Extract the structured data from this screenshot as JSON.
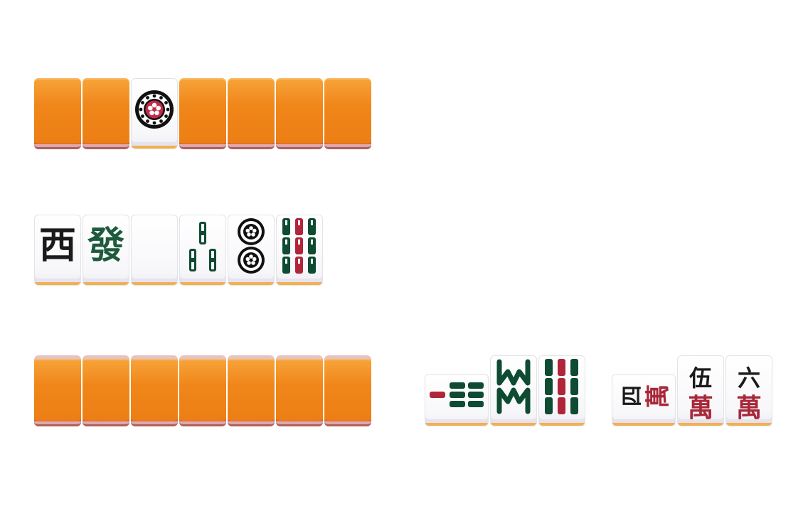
{
  "table": {
    "opponent_hand": {
      "count": 7,
      "revealed_tile": {
        "index": 2,
        "suit": "pin",
        "rank": 1,
        "icon": "one-circle-icon"
      }
    },
    "discard_row": [
      {
        "kind": "honor",
        "label": "西",
        "color": "#1a1a1a",
        "icon": "west-wind-icon"
      },
      {
        "kind": "honor",
        "label": "發",
        "color": "#1e5a3c",
        "icon": "green-dragon-icon"
      },
      {
        "kind": "blank",
        "label": "",
        "icon": "white-dragon-icon"
      },
      {
        "kind": "sou",
        "rank": 3,
        "icon": "three-bamboo-icon"
      },
      {
        "kind": "pin",
        "rank": 2,
        "icon": "two-circle-icon"
      },
      {
        "kind": "sou",
        "rank": 9,
        "icon": "nine-bamboo-icon"
      }
    ],
    "player_hand": {
      "count": 7
    },
    "meld_sou": [
      {
        "rank": 7,
        "sideways": true,
        "icon": "seven-bamboo-icon"
      },
      {
        "rank": 8,
        "icon": "eight-bamboo-icon"
      },
      {
        "rank": 9,
        "icon": "nine-bamboo-icon"
      }
    ],
    "meld_man": [
      {
        "num": "四",
        "man": "萬",
        "sideways": true,
        "icon": "four-character-icon"
      },
      {
        "num": "伍",
        "man": "萬",
        "icon": "five-character-icon"
      },
      {
        "num": "六",
        "man": "萬",
        "icon": "six-character-icon"
      }
    ]
  },
  "colors": {
    "tile_back": "#f0861a",
    "bamboo_green": "#1e5a3c",
    "accent_red": "#b0253a"
  }
}
